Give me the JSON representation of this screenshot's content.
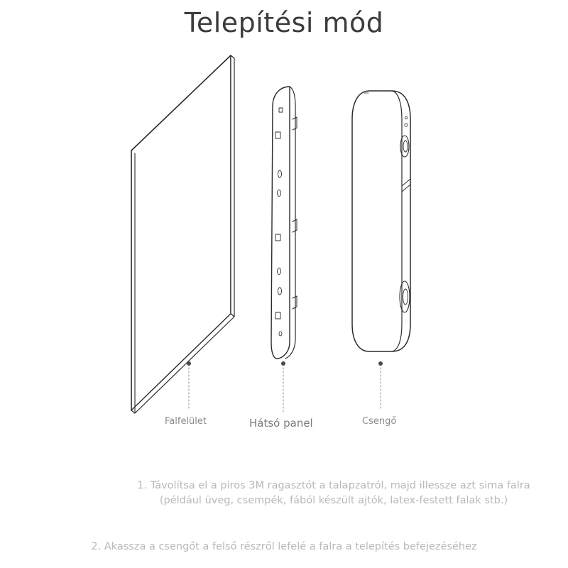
{
  "title": "Telepítési mód",
  "labels": {
    "wall": "Falfelület",
    "back_panel": "Hátsó panel",
    "doorbell": "Csengő"
  },
  "steps": [
    {
      "line1": "1. Távolítsa el a piros 3M ragasztót a talapzatról, majd illessze azt sima falra",
      "line2": "(például üveg, csempék, fából készült ajtók, latex-festett falak stb.)"
    },
    {
      "line1": "2. Akassza a csengőt a felső részről lefelé a falra a telepítés befejezéséhez"
    }
  ],
  "colors": {
    "line": "#2b2b2b",
    "title": "#3c3c3c",
    "label": "#8a8a8a",
    "step_text": "#b8b8b8"
  }
}
